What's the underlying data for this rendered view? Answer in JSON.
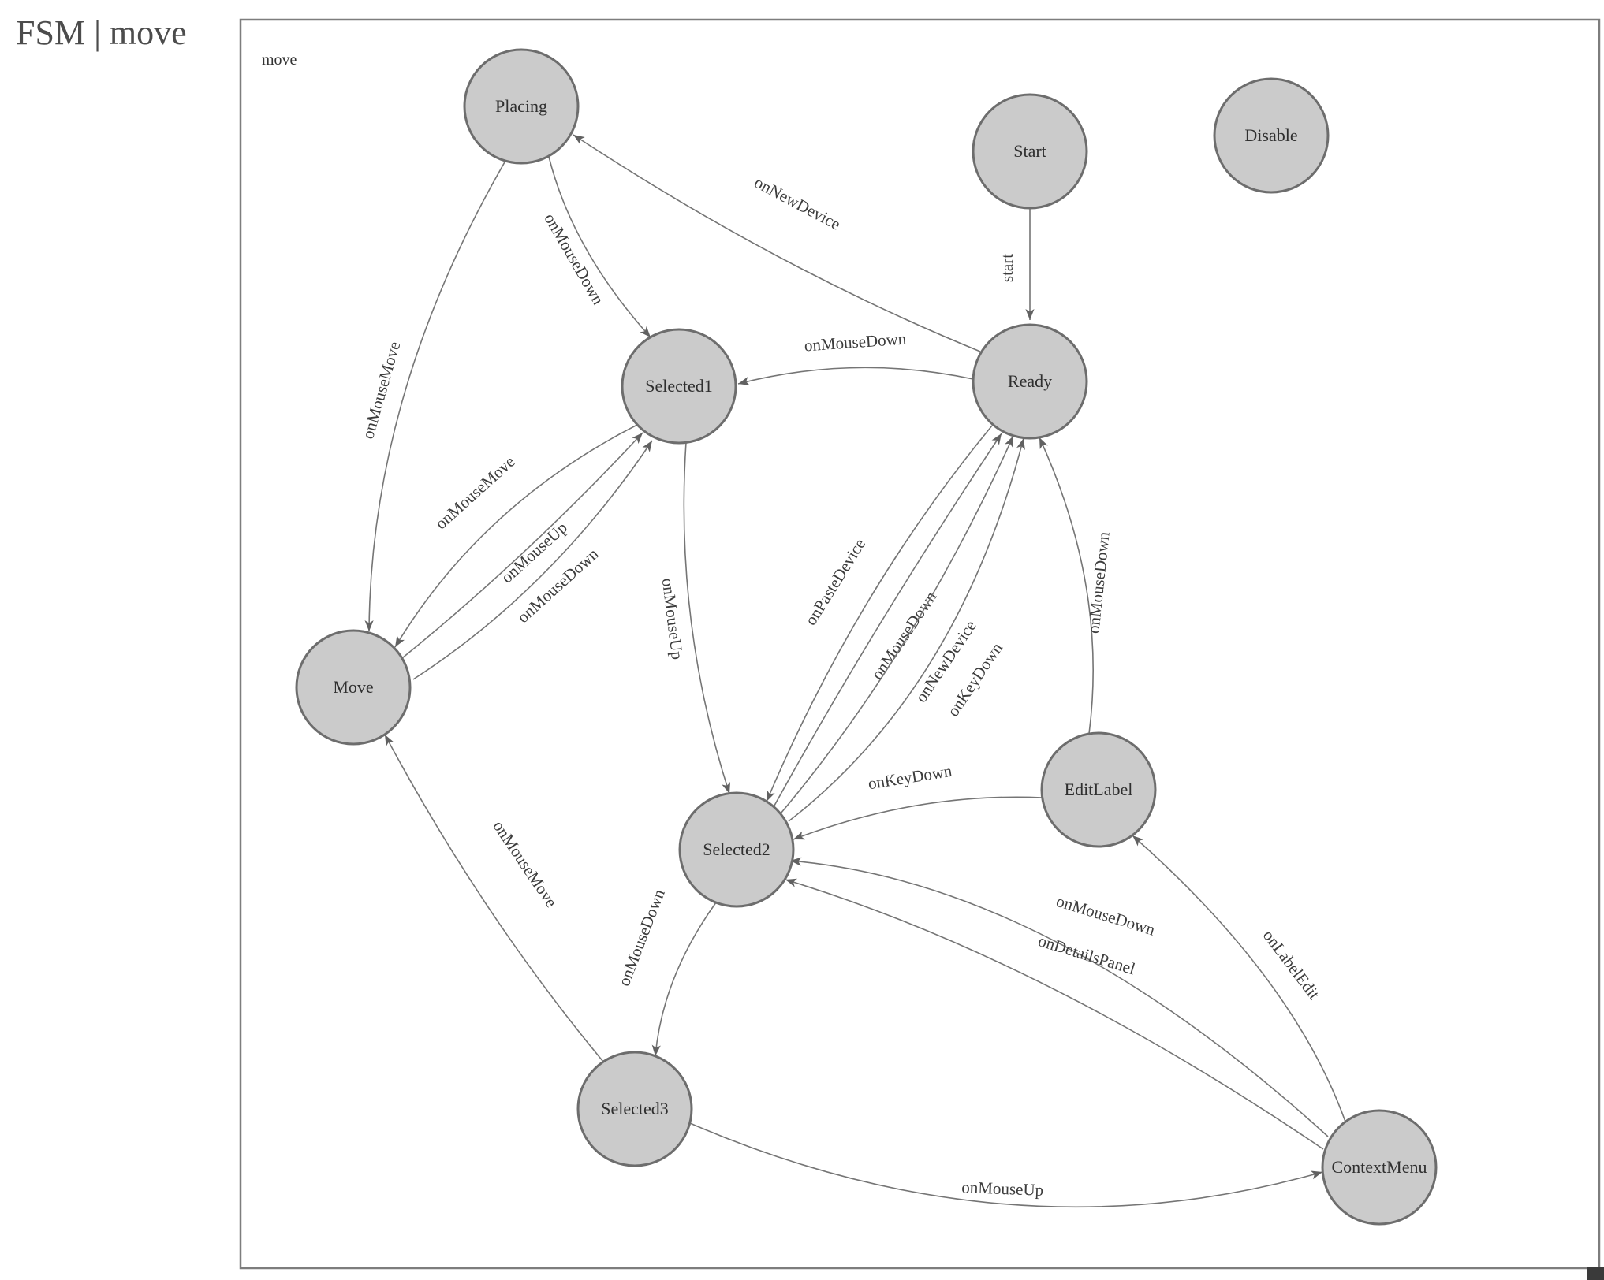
{
  "page": {
    "title": "FSM | move"
  },
  "canvas": {
    "label": "move"
  },
  "colors": {
    "node_fill": "#cbcbcb",
    "node_stroke": "#6d6d6d",
    "edge": "#757575",
    "title": "#4c4c4c",
    "frame": "#7d7d7d",
    "background": "#ffffff"
  },
  "diagram": {
    "type": "state-machine",
    "states": [
      {
        "id": "Placing",
        "label": "Placing"
      },
      {
        "id": "Start",
        "label": "Start"
      },
      {
        "id": "Disable",
        "label": "Disable"
      },
      {
        "id": "Ready",
        "label": "Ready"
      },
      {
        "id": "Selected1",
        "label": "Selected1"
      },
      {
        "id": "Move",
        "label": "Move"
      },
      {
        "id": "EditLabel",
        "label": "EditLabel"
      },
      {
        "id": "Selected2",
        "label": "Selected2"
      },
      {
        "id": "Selected3",
        "label": "Selected3"
      },
      {
        "id": "ContextMenu",
        "label": "ContextMenu"
      }
    ],
    "transitions": [
      {
        "from": "Start",
        "to": "Ready",
        "label": "start"
      },
      {
        "from": "Ready",
        "to": "Selected1",
        "label": "onMouseDown"
      },
      {
        "from": "Ready",
        "to": "Placing",
        "label": "onNewDevice"
      },
      {
        "from": "Placing",
        "to": "Selected1",
        "label": "onMouseDown"
      },
      {
        "from": "Placing",
        "to": "Move",
        "label": "onMouseMove"
      },
      {
        "from": "Selected1",
        "to": "Move",
        "label": "onMouseMove"
      },
      {
        "from": "Move",
        "to": "Selected1",
        "label": "onMouseUp"
      },
      {
        "from": "Move",
        "to": "Selected1",
        "label": "onMouseDown"
      },
      {
        "from": "Selected1",
        "to": "Selected2",
        "label": "onMouseUp"
      },
      {
        "from": "Ready",
        "to": "Selected2",
        "label": "onPasteDevice"
      },
      {
        "from": "Selected2",
        "to": "Ready",
        "label": "onMouseDown"
      },
      {
        "from": "Selected2",
        "to": "Ready",
        "label": "onNewDevice"
      },
      {
        "from": "Selected2",
        "to": "Ready",
        "label": "onKeyDown"
      },
      {
        "from": "EditLabel",
        "to": "Ready",
        "label": "onMouseDown"
      },
      {
        "from": "EditLabel",
        "to": "Selected2",
        "label": "onKeyDown"
      },
      {
        "from": "Selected2",
        "to": "Selected3",
        "label": "onMouseDown"
      },
      {
        "from": "Selected3",
        "to": "Move",
        "label": "onMouseMove"
      },
      {
        "from": "Selected3",
        "to": "ContextMenu",
        "label": "onMouseUp"
      },
      {
        "from": "ContextMenu",
        "to": "Selected2",
        "label": "onMouseDown"
      },
      {
        "from": "ContextMenu",
        "to": "Selected2",
        "label": "onDetailsPanel"
      },
      {
        "from": "ContextMenu",
        "to": "EditLabel",
        "label": "onLabelEdit"
      }
    ]
  }
}
